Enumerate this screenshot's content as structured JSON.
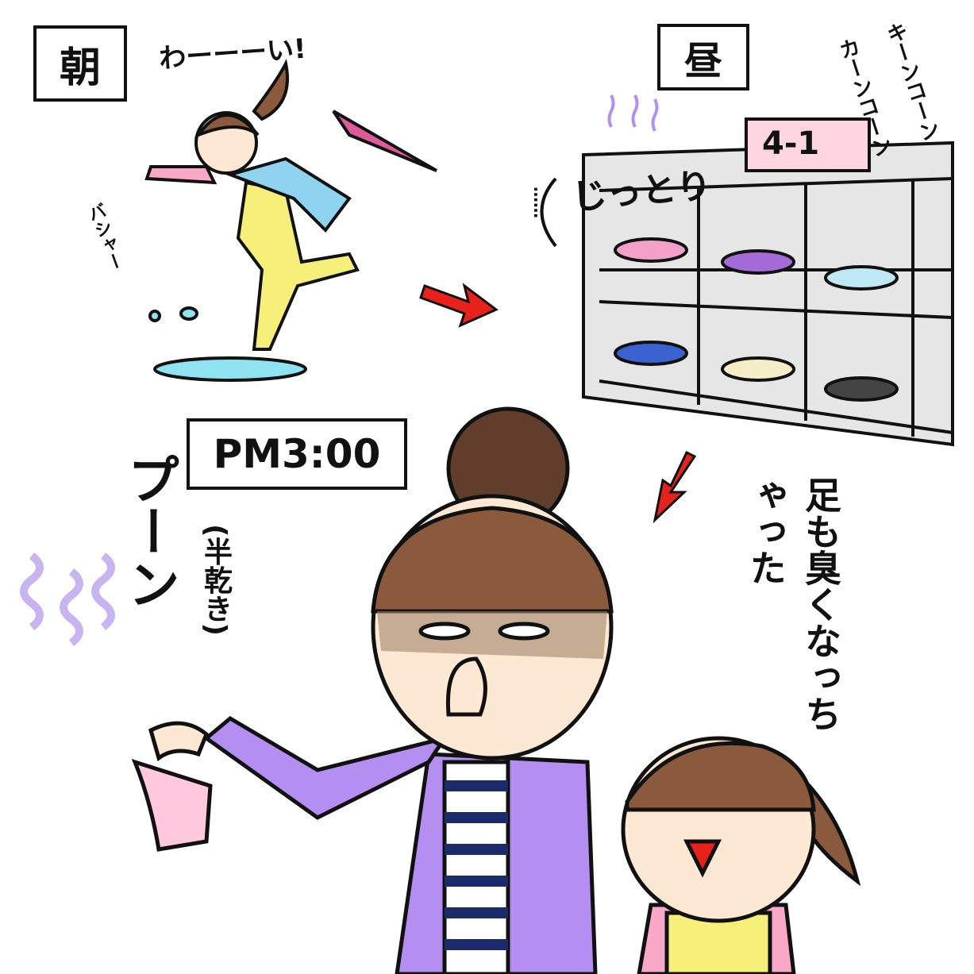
{
  "panels": {
    "morning": {
      "label": "朝",
      "shout": "わーーーい!",
      "splash_sfx": "バシャー"
    },
    "noon": {
      "label": "昼",
      "bell_sfx_1": "キーンコーン",
      "bell_sfx_2": "カーンコーン",
      "class_sign": "4-1",
      "damp_sfx": "じっとり",
      "speech": "……"
    },
    "afternoon": {
      "time_sign": "PM3:00",
      "smell_sfx": "プーン",
      "note": "(半乾き)",
      "child_line": "足も臭くなっちゃった"
    }
  },
  "colors": {
    "arrow": "#e8221b",
    "cardigan": "#b48ef0",
    "smell": "#c8b4f0",
    "sign_pink": "#ffd6e0",
    "hair": "#8b5a3c",
    "overalls": "#f6f07a"
  }
}
